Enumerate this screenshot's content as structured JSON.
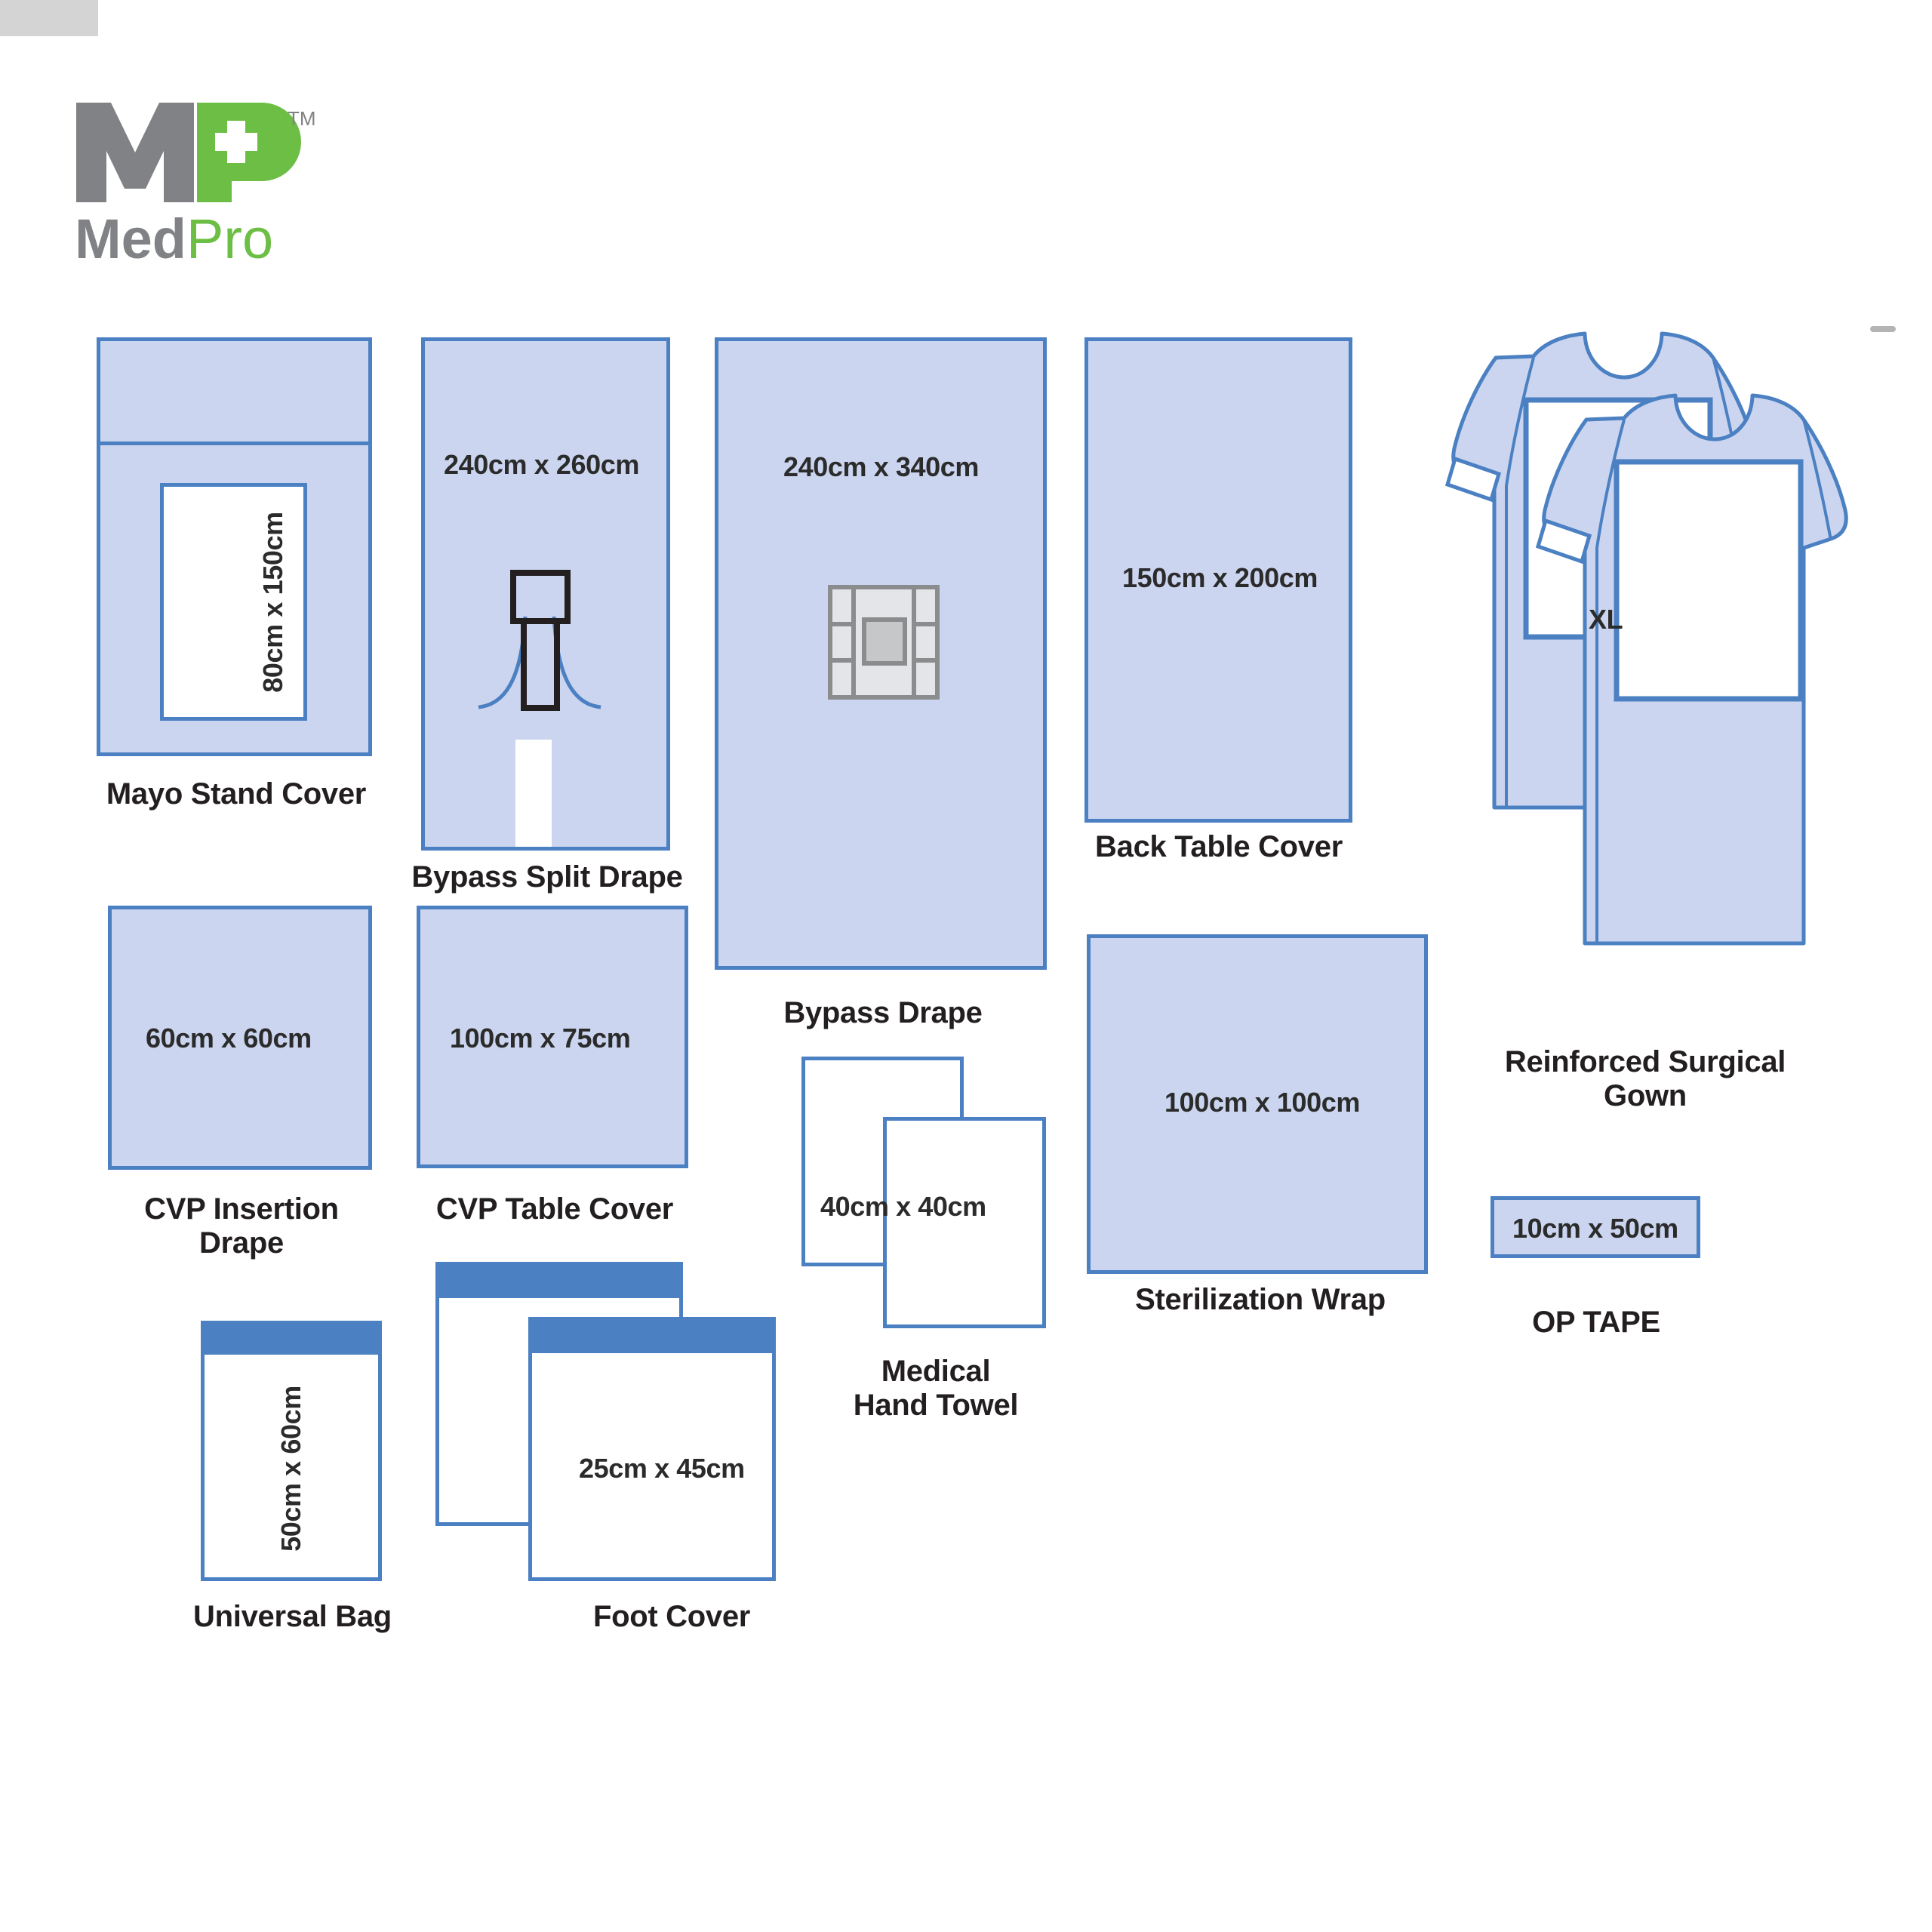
{
  "brand": {
    "mark_letters": "MP",
    "trademark": "TM",
    "wordmark_dark": "Med",
    "wordmark_green": "Pro",
    "gray": "#808285",
    "green": "#6cbe45"
  },
  "theme": {
    "fabric_fill": "#cbd5ef",
    "fabric_stroke": "#4b80c2",
    "band_blue": "#4b80c2",
    "gray_detail": "#d4d4d4",
    "dark_outline": "#231f20",
    "text": "#231f20"
  },
  "items": [
    {
      "id": "mayo-stand-cover",
      "label": "Mayo Stand Cover",
      "dimension": "80cm x 150cm",
      "dimension_orientation": "vertical"
    },
    {
      "id": "bypass-split-drape",
      "label": "Bypass Split Drape",
      "dimension": "240cm x 260cm",
      "dimension_orientation": "horizontal"
    },
    {
      "id": "bypass-drape",
      "label": "Bypass Drape",
      "dimension": "240cm x 340cm",
      "dimension_orientation": "horizontal"
    },
    {
      "id": "back-table-cover",
      "label": "Back Table Cover",
      "dimension": "150cm x 200cm",
      "dimension_orientation": "horizontal"
    },
    {
      "id": "reinforced-surgical-gown",
      "label": "Reinforced Surgical\nGown",
      "dimension": "XL",
      "dimension_orientation": "horizontal"
    },
    {
      "id": "cvp-insertion-drape",
      "label": "CVP Insertion\nDrape",
      "dimension": "60cm x 60cm",
      "dimension_orientation": "horizontal"
    },
    {
      "id": "cvp-table-cover",
      "label": "CVP Table Cover",
      "dimension": "100cm x 75cm",
      "dimension_orientation": "horizontal"
    },
    {
      "id": "medical-hand-towel",
      "label": "Medical\nHand Towel",
      "dimension": "40cm x 40cm",
      "dimension_orientation": "horizontal"
    },
    {
      "id": "sterilization-wrap",
      "label": "Sterilization Wrap",
      "dimension": "100cm x 100cm",
      "dimension_orientation": "horizontal"
    },
    {
      "id": "op-tape",
      "label": "OP TAPE",
      "dimension": "10cm x 50cm",
      "dimension_orientation": "horizontal"
    },
    {
      "id": "universal-bag",
      "label": "Universal Bag",
      "dimension": "50cm x 60cm",
      "dimension_orientation": "vertical"
    },
    {
      "id": "foot-cover",
      "label": "Foot Cover",
      "dimension": "25cm x 45cm",
      "dimension_orientation": "horizontal"
    }
  ]
}
